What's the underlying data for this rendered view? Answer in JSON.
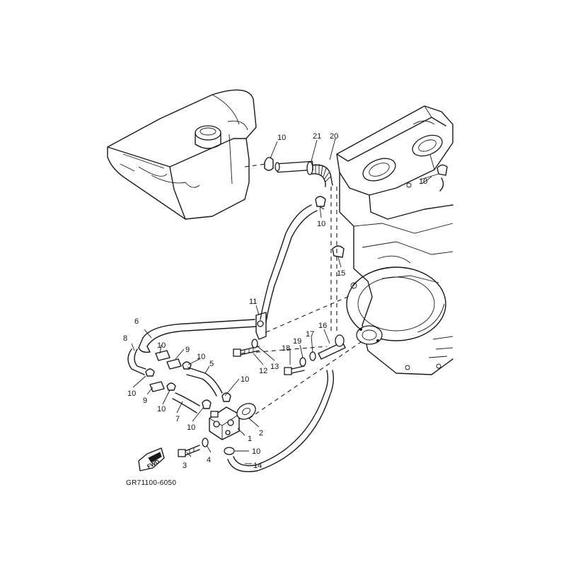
{
  "diagram_code": "GR71100-6050",
  "fwd_marker": "FWD",
  "callouts": [
    {
      "id": "c1",
      "label": "1"
    },
    {
      "id": "c2",
      "label": "2"
    },
    {
      "id": "c3",
      "label": "3"
    },
    {
      "id": "c4",
      "label": "4"
    },
    {
      "id": "c5",
      "label": "5"
    },
    {
      "id": "c6",
      "label": "6"
    },
    {
      "id": "c7",
      "label": "7"
    },
    {
      "id": "c8",
      "label": "8"
    },
    {
      "id": "c9a",
      "label": "9"
    },
    {
      "id": "c9b",
      "label": "9"
    },
    {
      "id": "c10a",
      "label": "10"
    },
    {
      "id": "c10b",
      "label": "10"
    },
    {
      "id": "c10c",
      "label": "10"
    },
    {
      "id": "c10d",
      "label": "10"
    },
    {
      "id": "c10e",
      "label": "10"
    },
    {
      "id": "c10f",
      "label": "10"
    },
    {
      "id": "c10g",
      "label": "10"
    },
    {
      "id": "c10h",
      "label": "10"
    },
    {
      "id": "c10i",
      "label": "10"
    },
    {
      "id": "c10j",
      "label": "10"
    },
    {
      "id": "c11",
      "label": "11"
    },
    {
      "id": "c12",
      "label": "12"
    },
    {
      "id": "c13",
      "label": "13"
    },
    {
      "id": "c14",
      "label": "14"
    },
    {
      "id": "c15",
      "label": "15"
    },
    {
      "id": "c16",
      "label": "16"
    },
    {
      "id": "c17",
      "label": "17"
    },
    {
      "id": "c18",
      "label": "18"
    },
    {
      "id": "c19",
      "label": "19"
    },
    {
      "id": "c20",
      "label": "20"
    },
    {
      "id": "c21",
      "label": "21"
    }
  ]
}
